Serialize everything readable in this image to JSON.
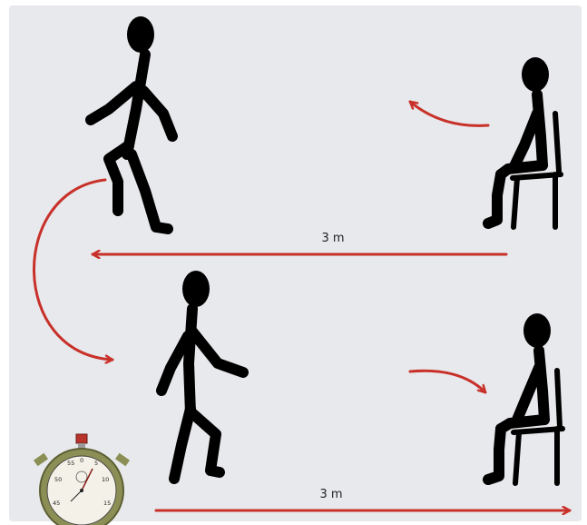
{
  "colors": {
    "background": "#e8e9ec",
    "figure": "#000000",
    "arrow": "#c8312a",
    "stopwatch_ring": "#8c8f55"
  },
  "icons": [
    "person-walking-icon",
    "person-seated-icon",
    "chair-icon",
    "stopwatch-icon",
    "arrow-icon"
  ],
  "top_row": {
    "distance_label": "3 m"
  },
  "bottom_row": {
    "distance_label": "3 m"
  },
  "stopwatch": {
    "dial_numbers": [
      "55",
      "0",
      "5",
      "50",
      "10",
      "45",
      "15"
    ]
  }
}
